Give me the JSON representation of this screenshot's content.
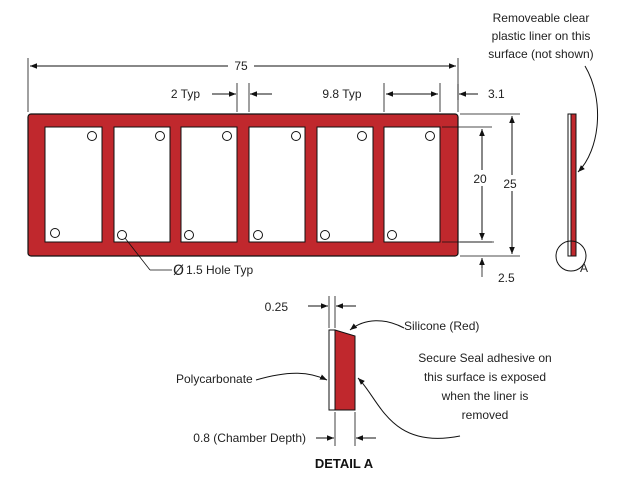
{
  "dimensions": {
    "overall_width": "75",
    "gap": "2 Typ",
    "window_width": "9.8 Typ",
    "edge_margin": "3.1",
    "window_height": "20",
    "overall_height": "25",
    "bottom_margin": "2.5",
    "hole": "1.5 Hole Typ",
    "hole_symbol": "Ø",
    "seal_thickness": "0.25",
    "chamber_depth": "0.8 (Chamber Depth)"
  },
  "notes": {
    "liner": [
      "Removeable clear",
      "plastic liner on this",
      "surface (not shown)"
    ],
    "silicone": "Silicone (Red)",
    "polycarbonate": "Polycarbonate",
    "adhesive": [
      "Secure Seal adhesive on",
      "this surface is exposed",
      "when the liner is",
      "removed"
    ],
    "detail_marker": "A",
    "detail_title": "DETAIL A"
  },
  "colors": {
    "silicone": "#c0282d",
    "outline": "#111111"
  }
}
